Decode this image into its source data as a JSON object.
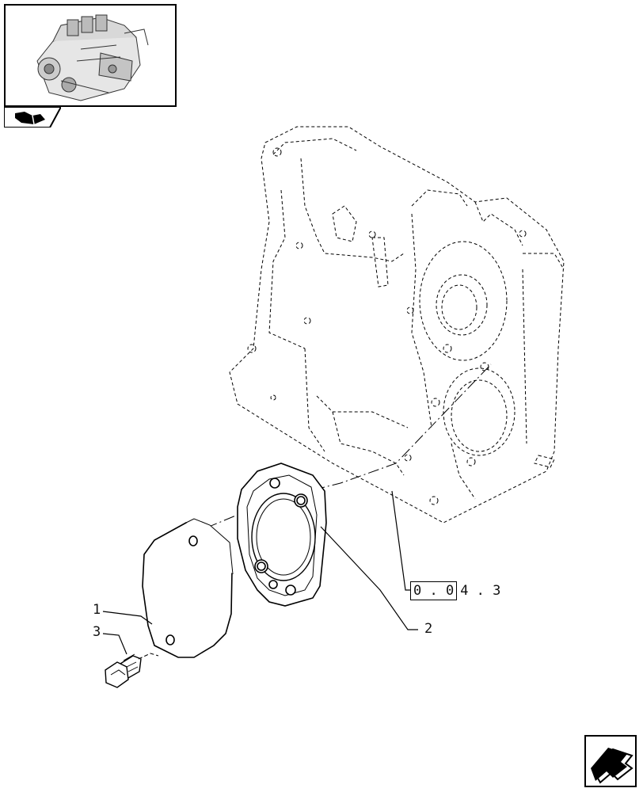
{
  "thumbnail": {
    "icon": "engine-thumbnail-icon",
    "tab_icon": "book-arrow-icon"
  },
  "callouts": [
    {
      "id": "1",
      "label": "1"
    },
    {
      "id": "2",
      "label": "2"
    },
    {
      "id": "3",
      "label": "3"
    }
  ],
  "reference": {
    "boxed": "0 . 0",
    "rest": "4 . 3"
  },
  "navigation": {
    "icon": "next-page-arrow-icon"
  },
  "colors": {
    "line": "#000000",
    "background": "#ffffff"
  }
}
